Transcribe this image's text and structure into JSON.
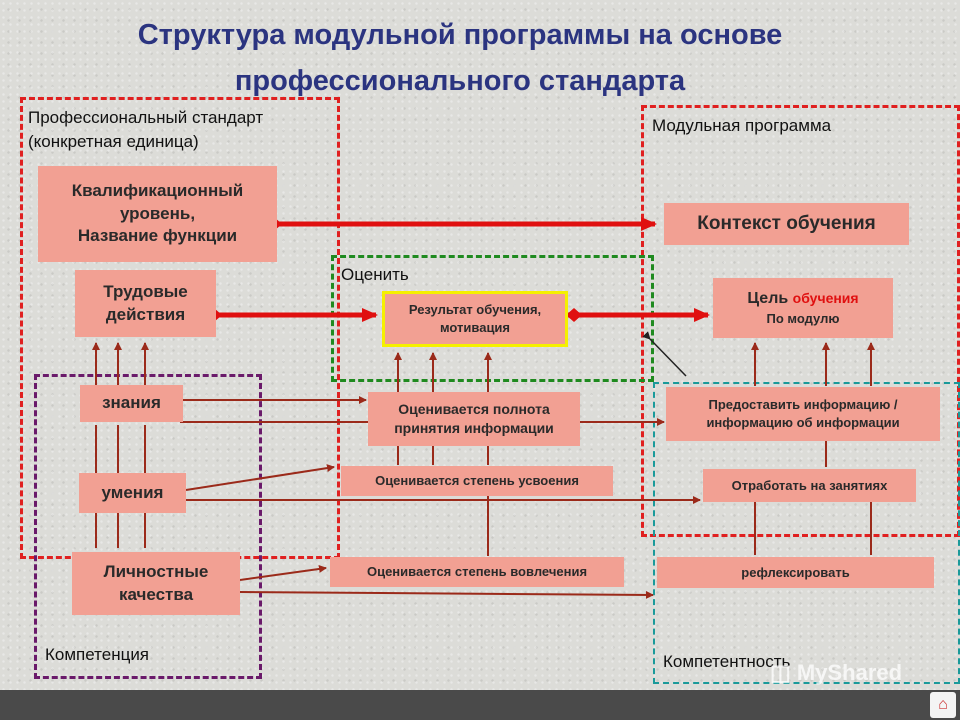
{
  "title": {
    "line1": "Структура модульной программы на основе",
    "line2": "профессионального стандарта"
  },
  "sections": {
    "prof_standard_line1": "Профессиональный стандарт",
    "prof_standard_line2": "(конкретная единица)",
    "modular_program": "Модульная программа",
    "evaluate": "Оценить",
    "competence": "Компетенция",
    "competency": "Компетентность"
  },
  "boxes": {
    "qualification_line1": "Квалификационный",
    "qualification_line2": "уровень,",
    "qualification_line3": "Название функции",
    "labor_line1": "Трудовые",
    "labor_line2": "действия",
    "knowledge": "знания",
    "skills": "умения",
    "personal_line1": "Личностные",
    "personal_line2": "качества",
    "context": "Контекст обучения",
    "result_line1": "Результат обучения,",
    "result_line2": "мотивация",
    "goal_part1": "Цель",
    "goal_part2": "обучения",
    "goal_line2": "По модулю",
    "eval_completeness_line1": "Оценивается полнота",
    "eval_completeness_line2": "принятия информации",
    "eval_mastery": "Оценивается степень усвоения",
    "eval_involvement": "Оценивается степень вовлечения",
    "provide_info_line1": "Предоставить информацию /",
    "provide_info_line2": "информацию об информации",
    "practice": "Отработать на занятиях",
    "reflect": "рефлексировать"
  },
  "footer": {
    "watermark": "MyShared"
  },
  "colors": {
    "title": "#2b3480",
    "box": "#f2a093",
    "red_dash": "#e02020",
    "green_dash": "#1f8a1f",
    "purple_dash": "#6a1a6a",
    "teal_dash": "#1a9a9a",
    "thin_arrow": "#9b2a1a",
    "thick_arrow": "#e01010",
    "highlight": "#f5f000"
  }
}
